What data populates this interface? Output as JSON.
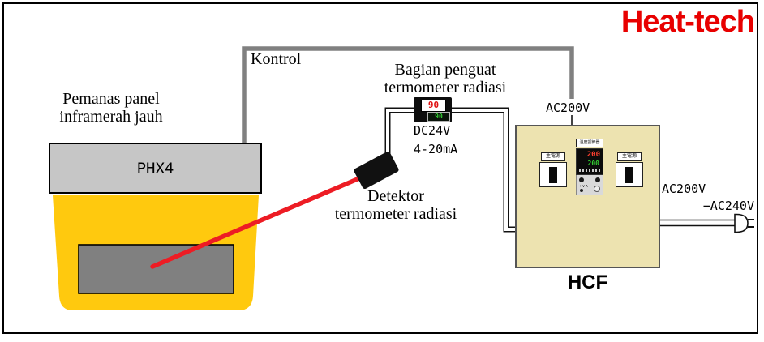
{
  "logo": {
    "text": "Heat-tech",
    "color": "#E80000"
  },
  "control_wire": {
    "label": "Kontrol"
  },
  "heater": {
    "caption": [
      "Pemanas panel",
      "inframerah jauh"
    ],
    "model": "PHX4"
  },
  "amplifier": {
    "caption": [
      "Bagian penguat",
      "termometer radiasi"
    ],
    "display_red": "90",
    "display_green": "90",
    "supply": "DC24V",
    "signal": "4-20mA"
  },
  "detector": {
    "caption": [
      "Detektor",
      "termometer radiasi"
    ]
  },
  "cabinet": {
    "name": "HCF",
    "ac_input": "AC200V",
    "controller_label": "温度調節器",
    "controller_pv": "200",
    "controller_sv": "200",
    "switch_label": "主電源",
    "ac_range": [
      "AC200V",
      "−AC240V"
    ]
  },
  "colors": {
    "logo_red": "#E80000",
    "heater_yellow": "#FFC90E",
    "panel_gray": "#C6C6C6",
    "target_gray": "#808080",
    "wire_gray": "#808080",
    "cabinet_beige": "#EDE3B0",
    "sight_line_red": "#ED1C24",
    "display_red": "#E01010",
    "display_green": "#33CC33"
  }
}
